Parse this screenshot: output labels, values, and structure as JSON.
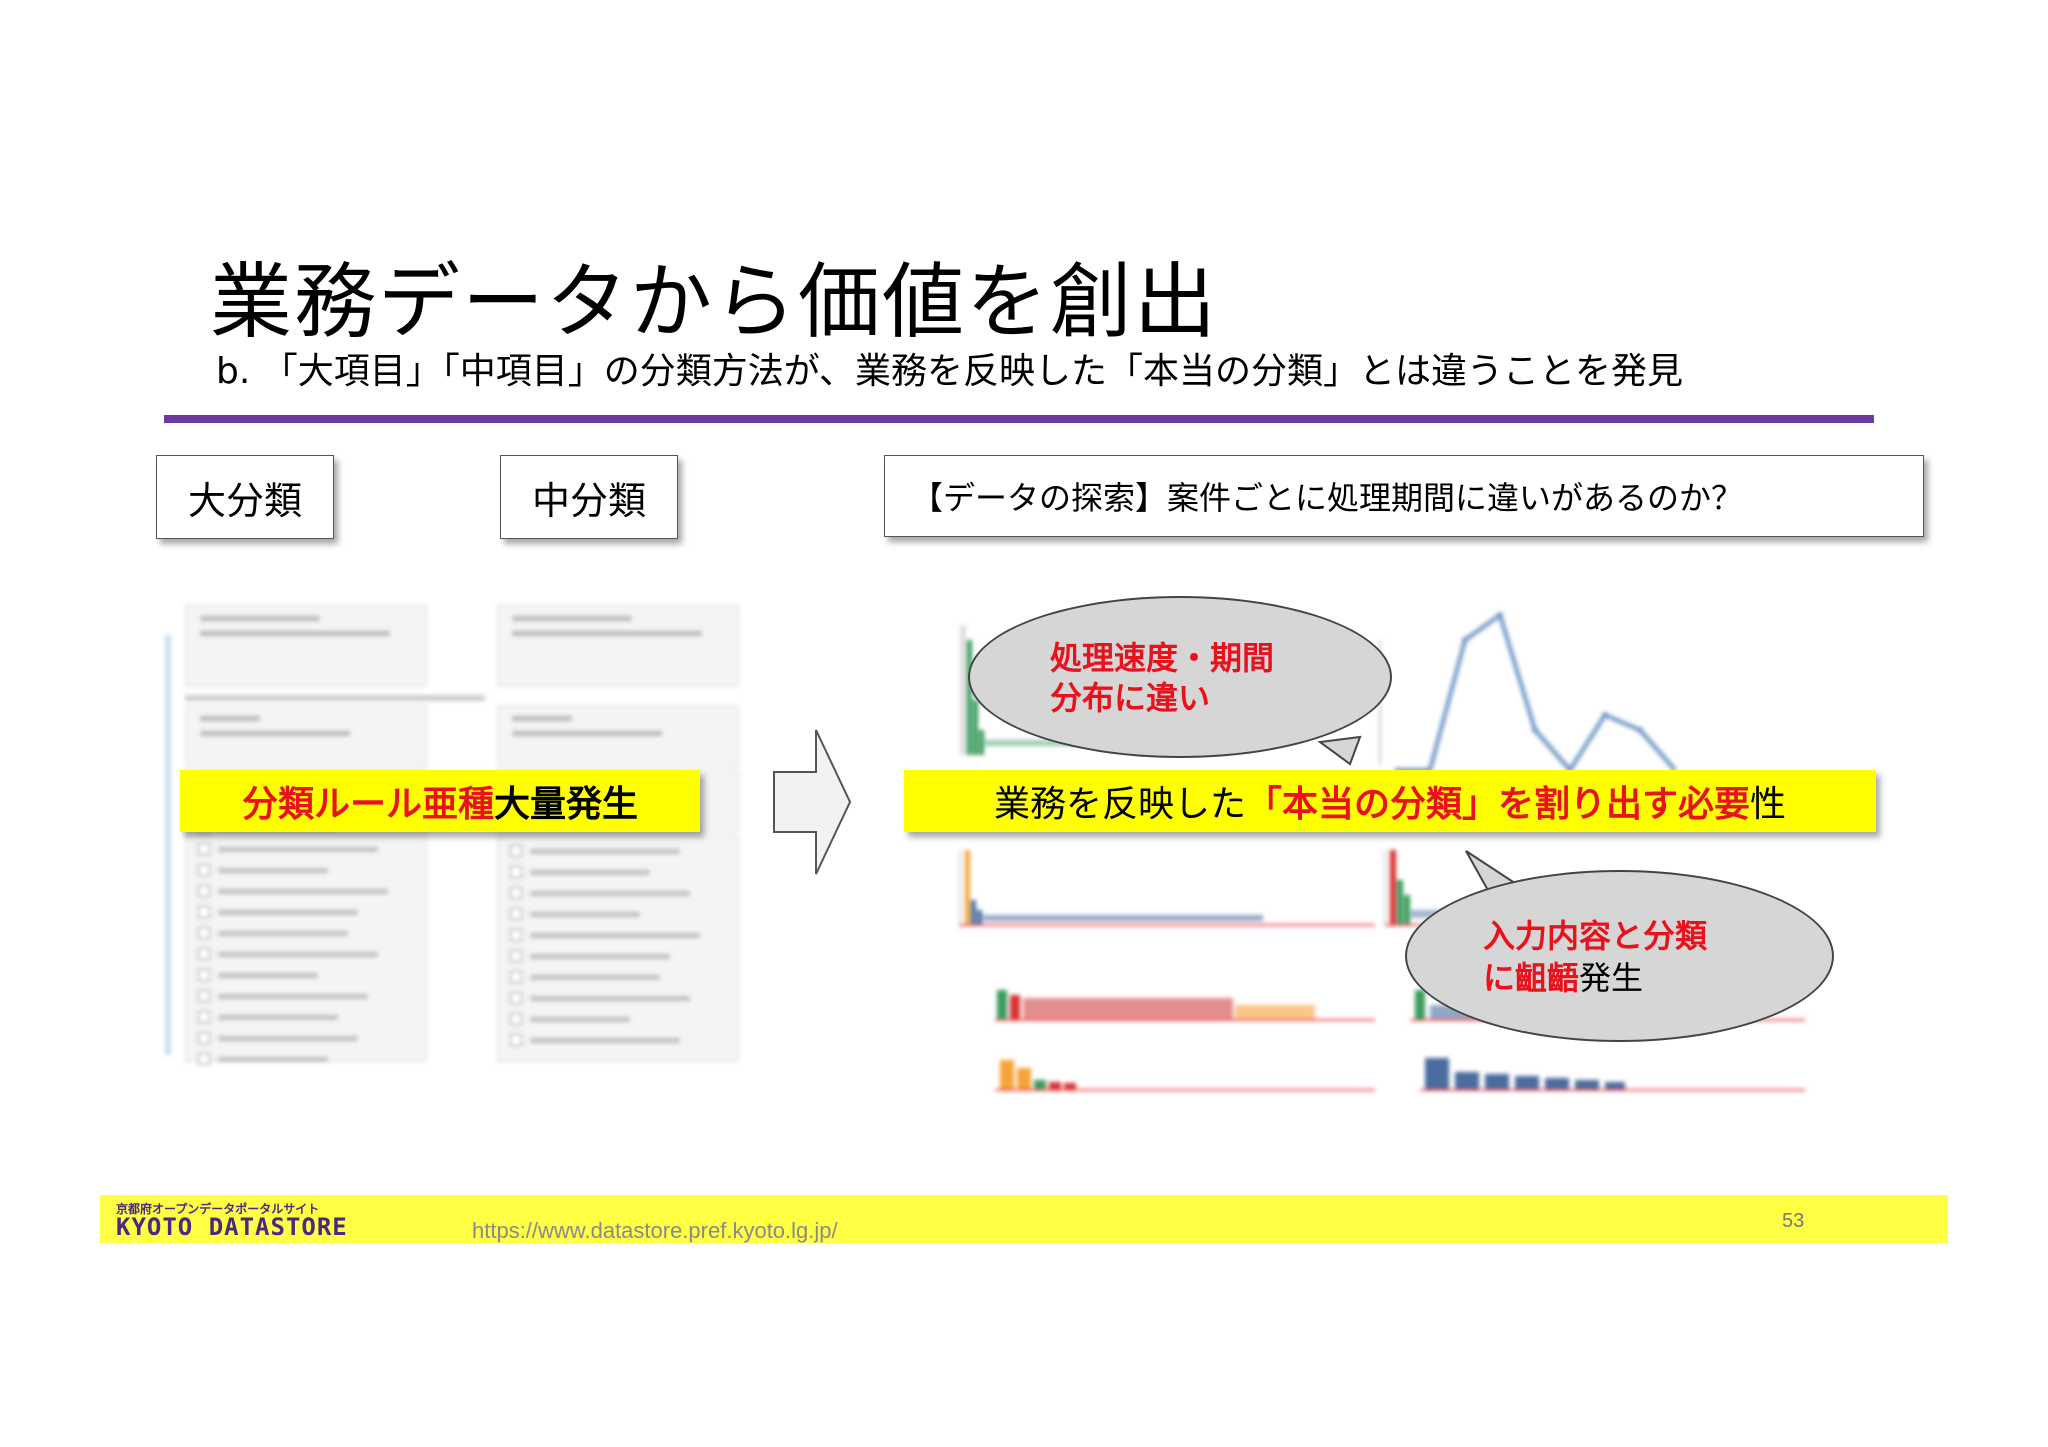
{
  "slide": {
    "title": "業務データから価値を創出",
    "subtitle": "b. 「大項目」「中項目」の分類方法が、業務を反映した「本当の分類」とは違うことを発見"
  },
  "boxes": {
    "large_category": "大分類",
    "medium_category": "中分類",
    "explore": "【データの探索】案件ごとに処理期間に違いがあるのか？"
  },
  "band_left": {
    "red_text": "分類ルール亜種",
    "black_text": "大量発生"
  },
  "band_right": {
    "prefix": "業務を反映した",
    "red_text": "「本当の分類」を割り出す必要",
    "suffix": "性"
  },
  "bubble_top": {
    "line1": "処理速度・期間",
    "line2": "分布に違い"
  },
  "bubble_bottom": {
    "line1": "入力内容と分類",
    "line2_red": "に齟齬",
    "line2_black": "発生"
  },
  "footer": {
    "logo_sub": "京都府オープンデータポータルサイト",
    "logo_main": "KYOTO DATASTORE",
    "url": "https://www.datastore.pref.kyoto.lg.jp/",
    "page_number": "53"
  },
  "colors": {
    "accent_purple": "#6a3aa0",
    "highlight_yellow": "#ffff00",
    "emphasis_red": "#e8121c"
  }
}
